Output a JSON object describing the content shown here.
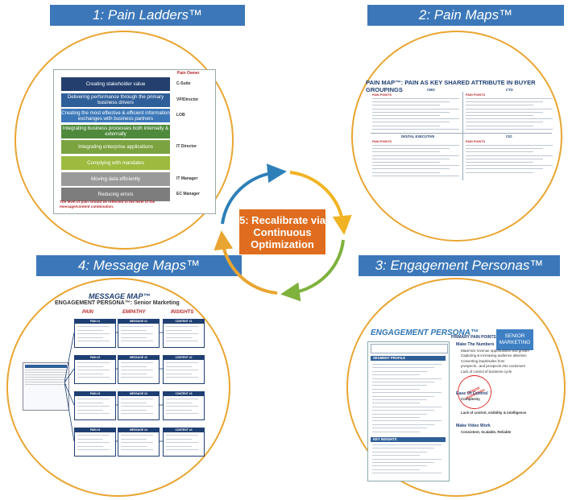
{
  "quadrants": {
    "q1": {
      "label": "1: Pain Ladders™"
    },
    "q2": {
      "label": "2: Pain Maps™"
    },
    "q3": {
      "label": "3: Engagement Personas™"
    },
    "q4": {
      "label": "4: Message Maps™"
    },
    "center": {
      "label": "5: Recalibrate via Continuous Optimization"
    }
  },
  "colors": {
    "banner": "#3c78b9",
    "circle_outline": "#e9a531",
    "center": "#e06d1f",
    "cycle": [
      "#2d7fb8",
      "#f0b323",
      "#7fb13d",
      "#e9a531"
    ]
  },
  "pain_ladder": {
    "owner_title": "Pain Owner",
    "rungs": [
      {
        "label": "Creating stakeholder value",
        "owner": "C-Suite",
        "color": "#243f6e"
      },
      {
        "label": "Delivering performance through the primary business drivers",
        "owner": "VP/Director",
        "color": "#2f5f99"
      },
      {
        "label": "Creating the most effective & efficient information exchanges with business partners",
        "owner": "LOB",
        "color": "#3c78b9"
      },
      {
        "label": "Integrating business processes both internally & externally",
        "owner": "",
        "color": "#4f8a3c"
      },
      {
        "label": "Integrating enterprise applications",
        "owner": "IT Director",
        "color": "#7ba340"
      },
      {
        "label": "Complying with mandates",
        "owner": "",
        "color": "#9dbb3f"
      },
      {
        "label": "Moving data efficiently",
        "owner": "IT Manager",
        "color": "#9a9a9a"
      },
      {
        "label": "Reducing errors",
        "owner": "EC Manager",
        "color": "#7d7d7d"
      }
    ],
    "note": "The level of pain should be reflected in the level of the message/content combination."
  },
  "pain_map": {
    "title": "PAIN MAP™: PAIN AS KEY SHARED ATTRIBUTE IN BUYER GROUPINGS",
    "roles": [
      "CMO",
      "CTO",
      "DIGITAL EXECUTIVE",
      "CIO"
    ],
    "pain_points_label": "PAIN POINTS"
  },
  "message_map": {
    "title": "MESSAGE MAP™",
    "subtitle": "ENGAGEMENT PERSONA™: Senior Marketing",
    "columns": [
      "PAIN",
      "EMPATHY",
      "INSIGHTS"
    ],
    "rows": [
      [
        "PAIN #1",
        "MESSAGE #1",
        "CONTENT #1"
      ],
      [
        "PAIN #2",
        "MESSAGE #2",
        "CONTENT #2"
      ],
      [
        "PAIN #3",
        "MESSAGE #3",
        "CONTENT #3"
      ],
      [
        "PAIN #4",
        "MESSAGE #4",
        "CONTENT #4"
      ]
    ]
  },
  "persona": {
    "title": "ENGAGEMENT PERSONA™",
    "badge": "SENIOR MARKETING",
    "primary_pain_points": "PRIMARY PAIN POINTS",
    "segment_profile": "SEGMENT PROFILE",
    "key_insights": "KEY INSIGHTS",
    "right_lines": [
      {
        "t": "Make The Numbers",
        "h": true
      },
      {
        "t": "Maximize revenue opportunities and growth",
        "h": false
      },
      {
        "t": "Capturing & increasing audience attention",
        "h": false
      },
      {
        "t": "Converting leads/sales from",
        "h": false
      },
      {
        "t": "prospects...and prospects into customers",
        "h": false
      },
      {
        "t": "Lack of control of business cycle",
        "h": false
      },
      {
        "t": "Ease Of Control",
        "h": true
      },
      {
        "t": "Complexity",
        "h": false
      },
      {
        "t": "Lack of control, visibility & intelligence",
        "h": false
      },
      {
        "t": "Make Video Work",
        "h": true
      },
      {
        "t": "Consistent, Scalable, Reliable",
        "h": false
      }
    ],
    "stamp": "SENIOR MARKETING"
  }
}
